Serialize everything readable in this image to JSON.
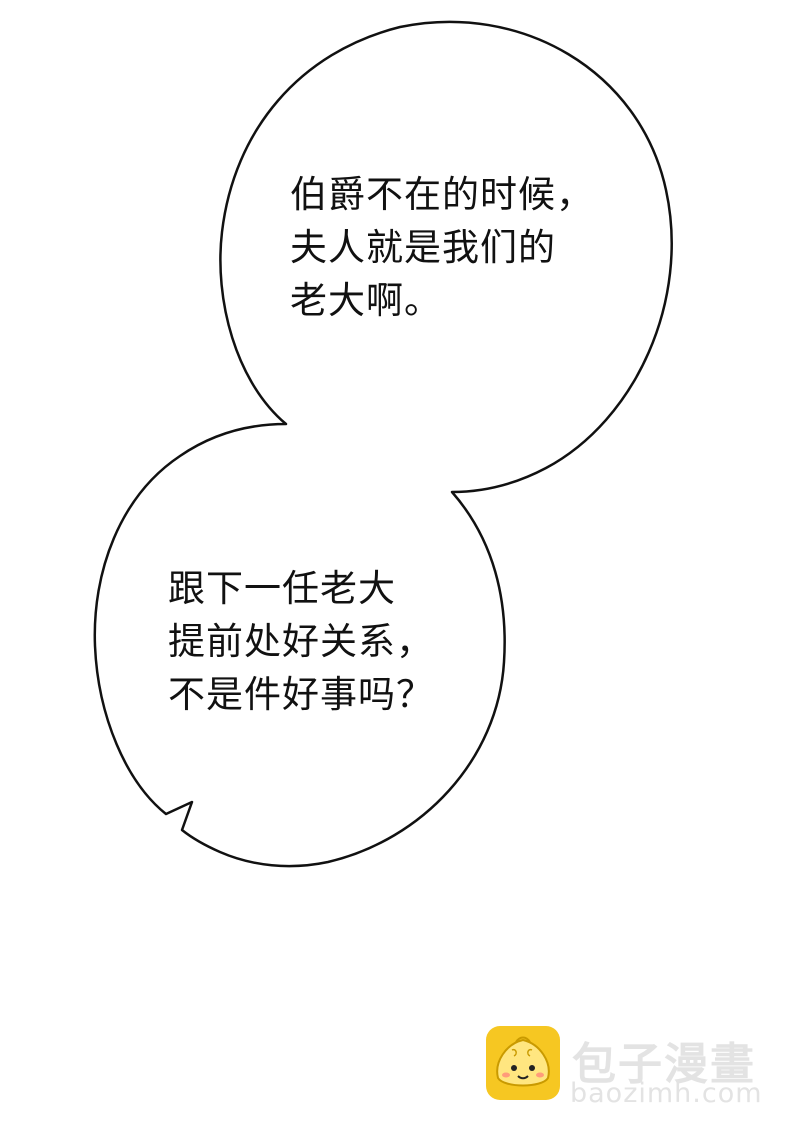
{
  "bubbles": {
    "top": {
      "lines": [
        "伯爵不在的时候，",
        "夫人就是我们的",
        "老大啊。"
      ]
    },
    "bottom": {
      "lines": [
        "跟下一任老大",
        "提前处好关系，",
        "不是件好事吗？"
      ]
    }
  },
  "watermark": {
    "name": "包子漫畫",
    "url": "baozimh.com",
    "logo_icon": "bun-mascot-icon",
    "logo_color": "#f6c722",
    "text_color": "#e3e3e3"
  },
  "colors": {
    "background": "#ffffff",
    "bubble_fill": "#ffffff",
    "bubble_outline": "#111111",
    "text": "#111111"
  }
}
